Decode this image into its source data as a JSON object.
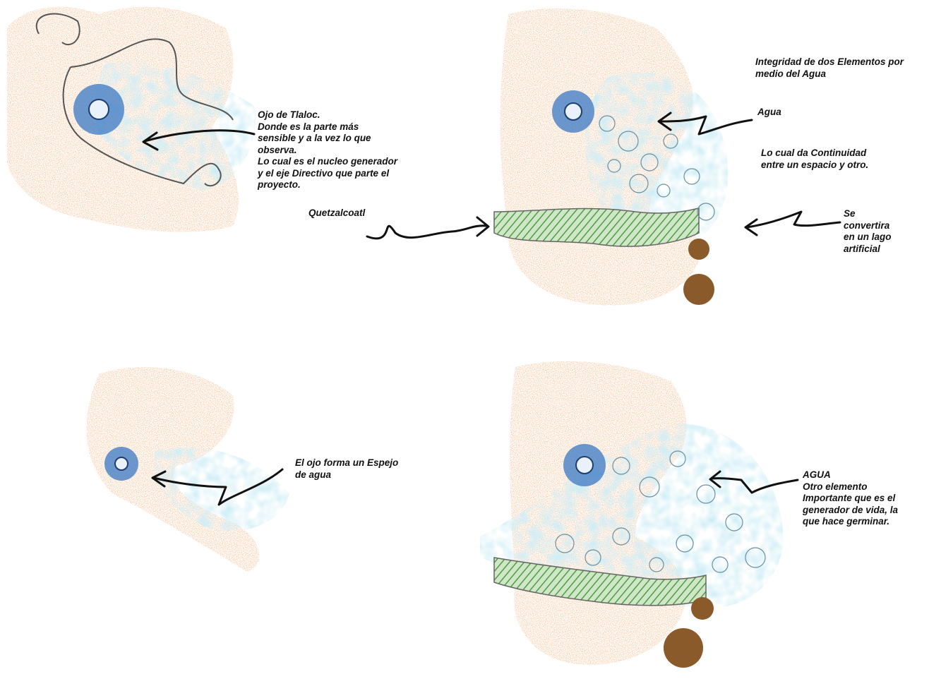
{
  "colors": {
    "stone": "#e8793a",
    "water": "#9fd9ea",
    "eye": "#3a78c4",
    "serpent": "#4f9b46",
    "seed": "#8a5a2b",
    "ink": "#222222"
  },
  "annotations": {
    "ojo_tlaloc": [
      "Ojo de Tlaloc.",
      "Donde es la parte más",
      "sensible y a la vez lo que",
      "observa.",
      "Lo cual es el nucleo generador",
      "y el eje Directivo que parte el",
      "proyecto."
    ],
    "integridad": [
      "Integridad de dos Elementos por",
      "medio del Agua"
    ],
    "agua": [
      "Agua"
    ],
    "continuidad": [
      "Lo cual da Continuidad",
      "entre un espacio y otro."
    ],
    "quetzalcoatl": [
      "Quetzalcoatl"
    ],
    "lago": [
      "Se",
      "convertira",
      "en un lago",
      "artificial"
    ],
    "espejo": [
      "El ojo forma un Espejo",
      "de agua"
    ],
    "agua_vida": [
      "AGUA",
      "Otro elemento",
      "Importante que es el",
      "generador de vida, la",
      "que hace germinar."
    ]
  },
  "icons": {
    "eye_glyph": "tlaloc-eye-icon",
    "arrow": "hand-drawn-arrow-icon"
  }
}
